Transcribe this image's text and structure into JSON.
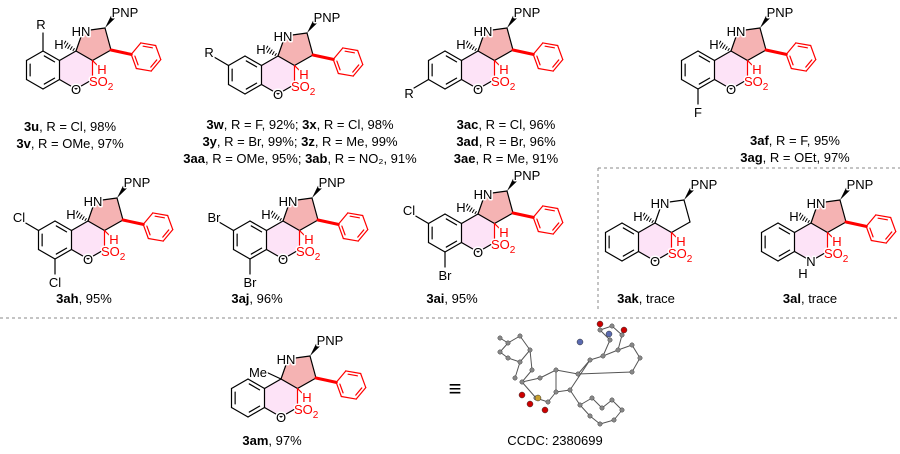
{
  "atoms": {
    "pnp": "PNP",
    "hn": "HN",
    "h": "H",
    "so": "SO",
    "two": "2",
    "o": "O",
    "me": "Me",
    "n": "N"
  },
  "colors": {
    "red": "#ff0000",
    "pyrrolidine_fill": "#f5b3b3",
    "oxathiine_fill": "#fde3f7",
    "dash": "#888888"
  },
  "compounds": [
    {
      "id": "3u",
      "subs": {
        "top": "R"
      },
      "lines": [
        [
          [
            "3u",
            ", R = Cl, 98%"
          ]
        ],
        [
          [
            "3v",
            ", R = OMe, 97%"
          ]
        ]
      ]
    },
    {
      "id": "3w",
      "subs": {
        "ul": "R"
      },
      "lines": [
        [
          [
            "3w",
            ", R = F, 92%; "
          ],
          [
            "3x",
            ", R = Cl, 98%"
          ]
        ],
        [
          [
            "3y",
            ", R = Br, 99%; "
          ],
          [
            "3z",
            ", R = Me, 99%"
          ]
        ],
        [
          [
            "3aa",
            ", R = OMe, 95%; "
          ],
          [
            "3ab",
            ", R = NO₂, 91%"
          ]
        ]
      ]
    },
    {
      "id": "3ac",
      "subs": {
        "ll": "R"
      },
      "lines": [
        [
          [
            "3ac",
            ", R = Cl, 96%"
          ]
        ],
        [
          [
            "3ad",
            ", R = Br, 96%"
          ]
        ],
        [
          [
            "3ae",
            ", R = Me, 91%"
          ]
        ]
      ]
    },
    {
      "id": "3af",
      "subs": {
        "bot": "F"
      },
      "lines": [
        [
          [
            "3af",
            ", R = F, 95%"
          ]
        ],
        [
          [
            "3ag",
            ", R = OEt, 97%"
          ]
        ]
      ]
    },
    {
      "id": "3ah",
      "subs": {
        "ul": "Cl",
        "bot": "Cl"
      },
      "lines": [
        [
          [
            "3ah",
            ", 95%"
          ]
        ]
      ]
    },
    {
      "id": "3aj",
      "subs": {
        "ul": "Br",
        "bot": "Br"
      },
      "lines": [
        [
          [
            "3aj",
            ", 96%"
          ]
        ]
      ]
    },
    {
      "id": "3ai",
      "subs": {
        "ul": "Cl",
        "bot": "Br"
      },
      "lines": [
        [
          [
            "3ai",
            ", 95%"
          ]
        ]
      ]
    },
    {
      "id": "3ak",
      "subs": {},
      "lines": [
        [
          [
            "3ak",
            ", trace"
          ]
        ]
      ]
    },
    {
      "id": "3al",
      "subs": {},
      "lines": [
        [
          [
            "3al",
            ", trace"
          ]
        ]
      ]
    },
    {
      "id": "3am",
      "subs": {},
      "lines": [
        [
          [
            "3am",
            ", 97%"
          ]
        ]
      ]
    }
  ],
  "equivalence_symbol": "≡",
  "crystal": {
    "caption": "CCDC: 2380699"
  }
}
